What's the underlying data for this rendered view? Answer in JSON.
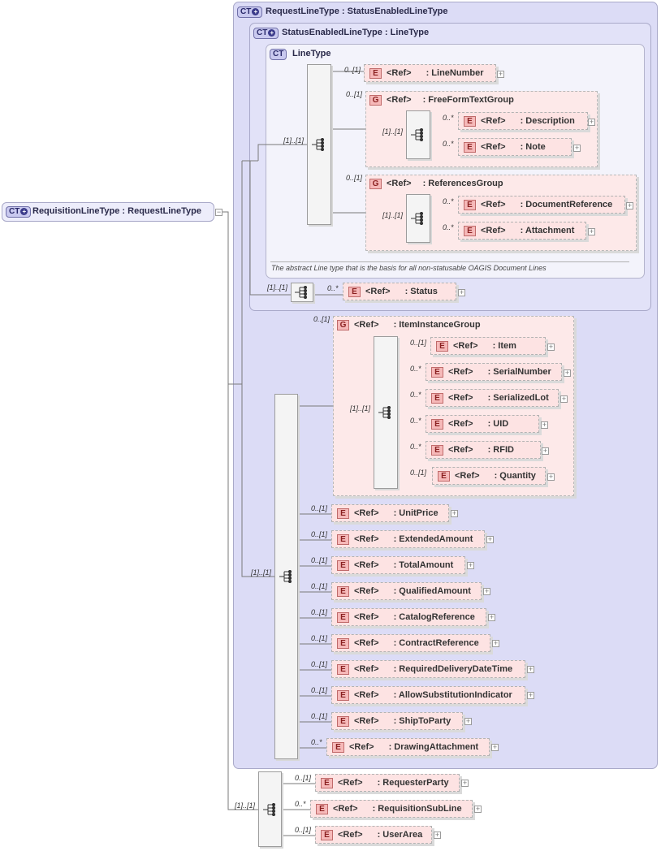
{
  "root": {
    "badge": "CT",
    "title": "RequisitionLineType : RequestLineType"
  },
  "request_line": {
    "badge": "CT",
    "title": "RequestLineType : StatusEnabledLineType"
  },
  "status_enabled": {
    "badge": "CT",
    "title": "StatusEnabledLineType : LineType"
  },
  "line_type": {
    "badge": "CT",
    "title": "LineType",
    "note": "The abstract Line type that is the basis for all non-statusable OAGIS Document Lines",
    "seq_card": "[1]..[1]",
    "line_number": {
      "card": "0..[1]",
      "badge": "E",
      "ref": "<Ref>",
      "name": ": LineNumber"
    },
    "free_form": {
      "card": "0..[1]",
      "badge": "G",
      "ref": "<Ref>",
      "name": ": FreeFormTextGroup",
      "seq_card": "[1]..[1]",
      "items": [
        {
          "card": "0..*",
          "badge": "E",
          "ref": "<Ref>",
          "name": ": Description"
        },
        {
          "card": "0..*",
          "badge": "E",
          "ref": "<Ref>",
          "name": ": Note"
        }
      ]
    },
    "references": {
      "card": "0..[1]",
      "badge": "G",
      "ref": "<Ref>",
      "name": ": ReferencesGroup",
      "seq_card": "[1]..[1]",
      "items": [
        {
          "card": "0..*",
          "badge": "E",
          "ref": "<Ref>",
          "name": ": DocumentReference"
        },
        {
          "card": "0..*",
          "badge": "E",
          "ref": "<Ref>",
          "name": ": Attachment"
        }
      ]
    }
  },
  "status_seq": {
    "card": "[1]..[1]"
  },
  "status": {
    "card": "0..*",
    "badge": "E",
    "ref": "<Ref>",
    "name": ": Status"
  },
  "request_seq": {
    "card": "[1]..[1]"
  },
  "item_instance": {
    "card": "0..[1]",
    "badge": "G",
    "ref": "<Ref>",
    "name": ": ItemInstanceGroup",
    "seq_card": "[1]..[1]",
    "items": [
      {
        "card": "0..[1]",
        "badge": "E",
        "ref": "<Ref>",
        "name": ": Item"
      },
      {
        "card": "0..*",
        "badge": "E",
        "ref": "<Ref>",
        "name": ": SerialNumber"
      },
      {
        "card": "0..*",
        "badge": "E",
        "ref": "<Ref>",
        "name": ": SerializedLot"
      },
      {
        "card": "0..*",
        "badge": "E",
        "ref": "<Ref>",
        "name": ": UID"
      },
      {
        "card": "0..*",
        "badge": "E",
        "ref": "<Ref>",
        "name": ": RFID"
      },
      {
        "card": "0..[1]",
        "badge": "E",
        "ref": "<Ref>",
        "name": ": Quantity"
      }
    ]
  },
  "request_items": [
    {
      "card": "0..[1]",
      "badge": "E",
      "ref": "<Ref>",
      "name": ": UnitPrice"
    },
    {
      "card": "0..[1]",
      "badge": "E",
      "ref": "<Ref>",
      "name": ": ExtendedAmount"
    },
    {
      "card": "0..[1]",
      "badge": "E",
      "ref": "<Ref>",
      "name": ": TotalAmount"
    },
    {
      "card": "0..[1]",
      "badge": "E",
      "ref": "<Ref>",
      "name": ": QualifiedAmount"
    },
    {
      "card": "0..[1]",
      "badge": "E",
      "ref": "<Ref>",
      "name": ": CatalogReference"
    },
    {
      "card": "0..[1]",
      "badge": "E",
      "ref": "<Ref>",
      "name": ": ContractReference"
    },
    {
      "card": "0..[1]",
      "badge": "E",
      "ref": "<Ref>",
      "name": ": RequiredDeliveryDateTime"
    },
    {
      "card": "0..[1]",
      "badge": "E",
      "ref": "<Ref>",
      "name": ": AllowSubstitutionIndicator"
    },
    {
      "card": "0..[1]",
      "badge": "E",
      "ref": "<Ref>",
      "name": ": ShipToParty"
    },
    {
      "card": "0..*",
      "badge": "E",
      "ref": "<Ref>",
      "name": ": DrawingAttachment"
    }
  ],
  "requisition_seq": {
    "card": "[1]..[1]"
  },
  "requisition_items": [
    {
      "card": "0..[1]",
      "badge": "E",
      "ref": "<Ref>",
      "name": ": RequesterParty"
    },
    {
      "card": "0..*",
      "badge": "E",
      "ref": "<Ref>",
      "name": ": RequisitionSubLine"
    },
    {
      "card": "0..[1]",
      "badge": "E",
      "ref": "<Ref>",
      "name": ": UserArea"
    }
  ]
}
